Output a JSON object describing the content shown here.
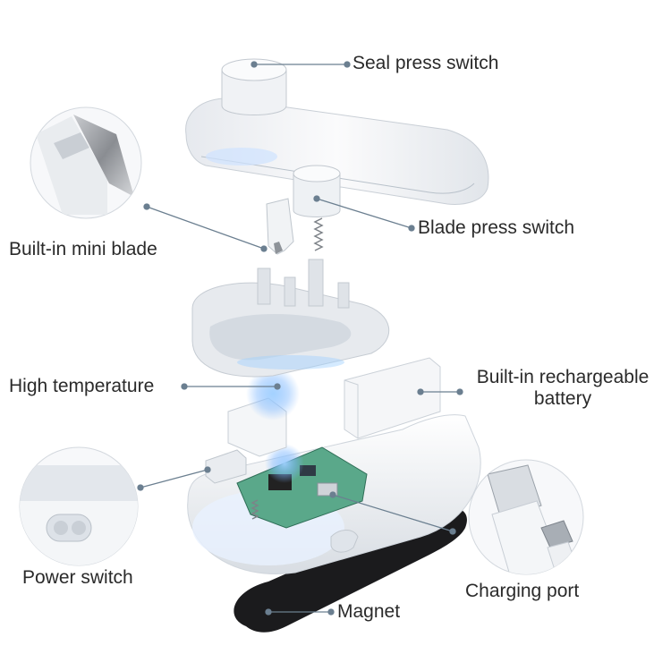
{
  "labels": {
    "seal_press_switch": "Seal press switch",
    "built_in_mini_blade": "Built-in mini blade",
    "blade_press_switch": "Blade press switch",
    "high_temperature": "High temperature",
    "rechargeable_battery_line1": "Built-in rechargeable",
    "rechargeable_battery_line2": "battery",
    "power_switch": "Power switch",
    "charging_port": "Charging port",
    "magnet": "Magnet"
  },
  "colors": {
    "leader_line": "#6b7f90",
    "label_text": "#2a2a2a",
    "housing_white": "#f2f4f7",
    "housing_shade": "#cfd5dc",
    "glow_blue": "#7fb8ff",
    "pcb_green": "#5aa88a",
    "magnet_black": "#1b1b1d"
  }
}
